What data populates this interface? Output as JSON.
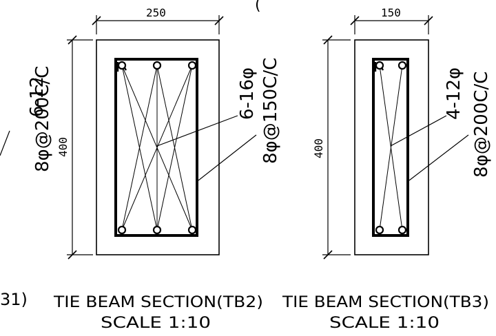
{
  "partial_left": {
    "rebar_label": "6-12",
    "rebar_symbol": "φ",
    "stirrup_label": "8φ@200C/C",
    "title_fragment": "31)"
  },
  "tb2": {
    "width_dim": "250",
    "height_dim": "400",
    "main_bar_label": "6-16φ",
    "stirrup_label": "8φ@150C/C",
    "title": "TIE BEAM SECTION(TB2)",
    "scale": "SCALE 1:10"
  },
  "tb3": {
    "width_dim": "150",
    "height_dim": "400",
    "main_bar_label": "4-12φ",
    "stirrup_label": "8φ@200C/C",
    "title": "TIE BEAM SECTION(TB3)",
    "scale": "SCALE 1:10"
  },
  "top_fragment": "(",
  "colors": {
    "line": "#000000",
    "background": "#ffffff"
  }
}
